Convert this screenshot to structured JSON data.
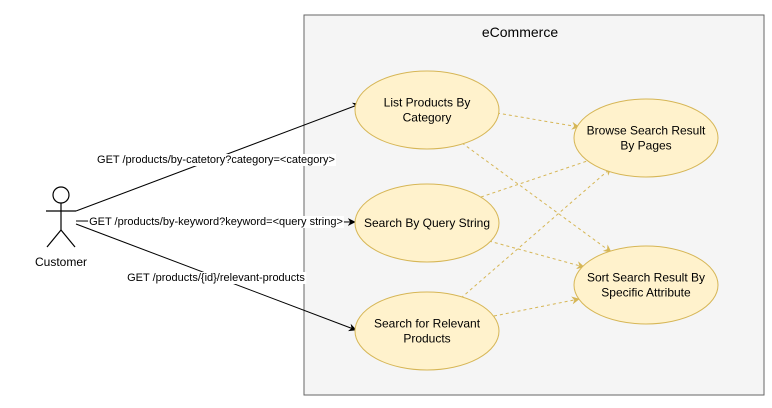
{
  "system": {
    "title": "eCommerce"
  },
  "actor": {
    "label": "Customer"
  },
  "use_cases": [
    {
      "id": "list",
      "lines": [
        "List Products By",
        "Category"
      ]
    },
    {
      "id": "query",
      "lines": [
        "Search By Query String"
      ]
    },
    {
      "id": "relevant",
      "lines": [
        "Search for Relevant",
        "Products"
      ]
    },
    {
      "id": "browse",
      "lines": [
        "Browse Search Result",
        "By Pages"
      ]
    },
    {
      "id": "sort",
      "lines": [
        "Sort Search Result By",
        "Specific Attribute"
      ]
    }
  ],
  "associations": [
    {
      "to": "list",
      "label": "GET /products/by-catetory?category=<category>"
    },
    {
      "to": "query",
      "label": "GET /products/by-keyword?keyword=<query string>"
    },
    {
      "to": "relevant",
      "label": "GET /products/{id}/relevant-products"
    }
  ],
  "dependencies": [
    {
      "from": "list",
      "to": "browse"
    },
    {
      "from": "list",
      "to": "sort"
    },
    {
      "from": "query",
      "to": "browse"
    },
    {
      "from": "query",
      "to": "sort"
    },
    {
      "from": "relevant",
      "to": "browse"
    },
    {
      "from": "relevant",
      "to": "sort"
    }
  ],
  "colors": {
    "system_fill": "#f5f5f5",
    "system_stroke": "#666666",
    "use_case_fill": "#fff2cc",
    "use_case_stroke": "#d6b656",
    "solid_line": "#000000",
    "dashed_line": "#d6b656"
  }
}
